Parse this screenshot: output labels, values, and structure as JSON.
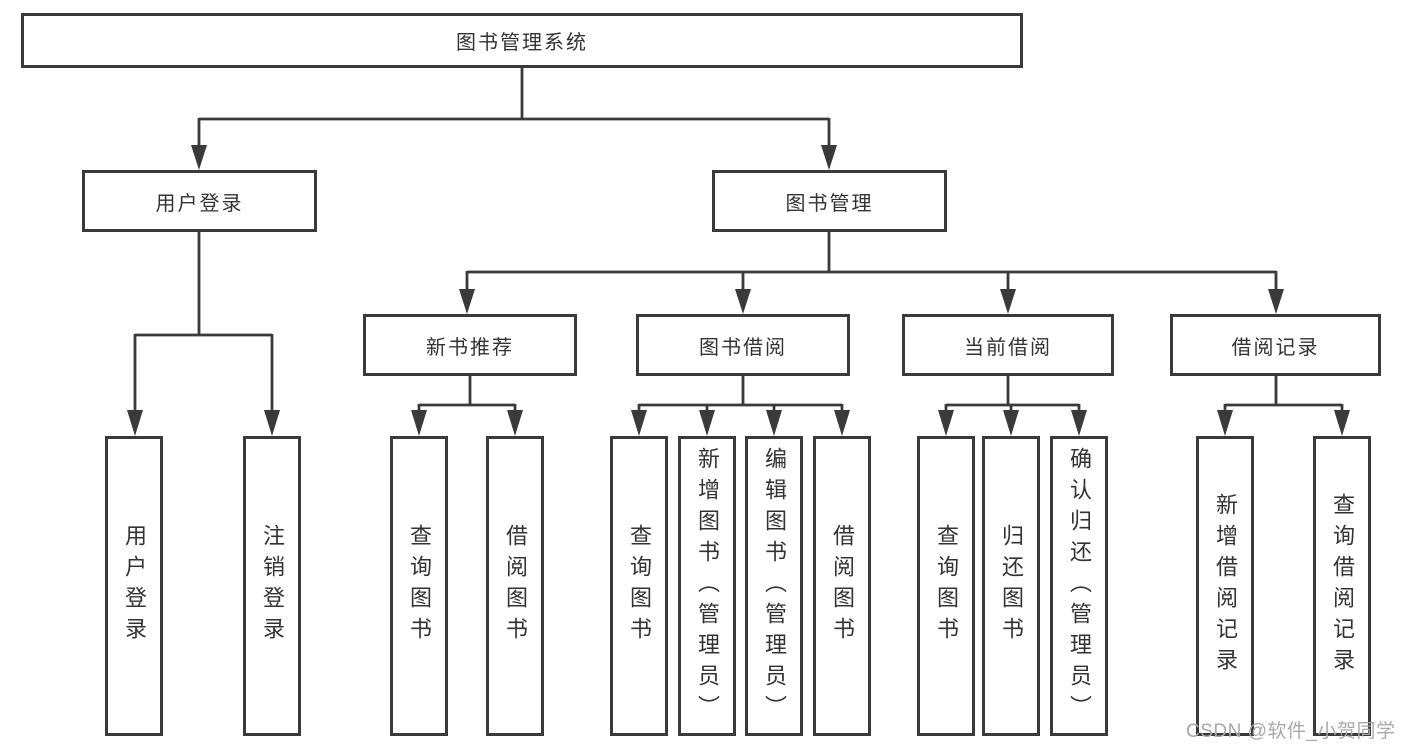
{
  "diagram_title": "图书管理系统",
  "tree": {
    "label": "图书管理系统",
    "children": [
      {
        "label": "用户登录",
        "children": [
          {
            "label": "用户登录"
          },
          {
            "label": "注销登录"
          }
        ]
      },
      {
        "label": "图书管理",
        "children": [
          {
            "label": "新书推荐",
            "children": [
              {
                "label": "查询图书"
              },
              {
                "label": "借阅图书"
              }
            ]
          },
          {
            "label": "图书借阅",
            "children": [
              {
                "label": "查询图书"
              },
              {
                "label": "新增图书（管理员）"
              },
              {
                "label": "编辑图书（管理员）"
              },
              {
                "label": "借阅图书"
              }
            ]
          },
          {
            "label": "当前借阅",
            "children": [
              {
                "label": "查询图书"
              },
              {
                "label": "归还图书"
              },
              {
                "label": "确认归还（管理员）"
              }
            ]
          },
          {
            "label": "借阅记录",
            "children": [
              {
                "label": "新增借阅记录"
              },
              {
                "label": "查询借阅记录"
              }
            ]
          }
        ]
      }
    ]
  },
  "watermark": "CSDN @软件_小贺同学",
  "colors": {
    "line": "#3a3a3a",
    "box_border": "#3a3a3a",
    "text": "#333333",
    "watermark": "#a8a8a8",
    "background": "#ffffff"
  }
}
